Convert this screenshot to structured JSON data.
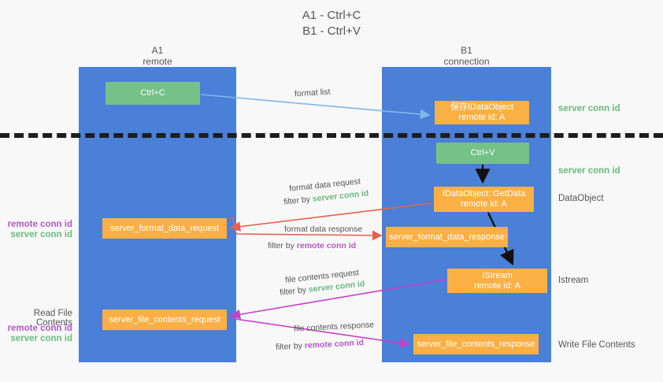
{
  "title": {
    "line1": "A1 - Ctrl+C",
    "line2": "B1 - Ctrl+V"
  },
  "colors": {
    "lane": "#4a80d8",
    "green_box": "#74c287",
    "orange_box": "#fbb046",
    "server_conn": "#6aba7e",
    "remote_conn": "#b558c8",
    "background": "#f8f8f8",
    "dashed_divider": "#1d1d1d",
    "arrow_format_list": "#7fb8e8",
    "arrow_format_data": "#e8604c",
    "arrow_file_contents": "#c640c8",
    "arrow_flow": "#000000"
  },
  "columns": [
    {
      "id": "a1",
      "title": "A1",
      "subtitle": "remote"
    },
    {
      "id": "b1",
      "title": "B1",
      "subtitle": "connection"
    }
  ],
  "boxes": {
    "ctrl_c": {
      "label": "Ctrl+C",
      "kind": "green"
    },
    "data_object_save": {
      "line1": "保存IDataObject",
      "line2": "remote id: A",
      "kind": "orange"
    },
    "ctrl_v": {
      "label": "Ctrl+V",
      "kind": "green"
    },
    "get_data": {
      "line1": "IDataObject::GetData",
      "line2": "remote id: A",
      "kind": "orange"
    },
    "server_format_data_request": {
      "label": "server_format_data_request",
      "kind": "orange"
    },
    "server_format_data_response": {
      "label": "server_format_data_response",
      "kind": "orange"
    },
    "istream": {
      "line1": "IStream",
      "line2": "remote id: A",
      "kind": "orange"
    },
    "server_file_contents_request": {
      "label": "server_file_contents_request",
      "kind": "orange"
    },
    "server_file_contents_response": {
      "label": "server_file_contents_response",
      "kind": "orange"
    }
  },
  "right_labels": {
    "server_conn_top": "server conn id",
    "server_conn_mid": "server conn id",
    "data_object": "DataObject",
    "istream": "Istream",
    "write_file_contents": "Write File Contents"
  },
  "left_labels": {
    "remote_conn_1": "remote conn id",
    "server_conn_1": "server conn id",
    "read_file_contents": "Read File Contents",
    "remote_conn_2": "remote conn id",
    "server_conn_2": "server conn id"
  },
  "annotations": {
    "format_list": "format list",
    "format_data_request": "format data request",
    "format_data_request_filter_prefix": "filter by ",
    "format_data_request_filter_value": "server conn id",
    "format_data_response": "format data response",
    "format_data_response_filter_prefix": "filter by ",
    "format_data_response_filter_value": "remote conn id",
    "file_contents_request": "file contents request",
    "file_contents_request_filter_prefix": "filter by ",
    "file_contents_request_filter_value": "server conn id",
    "file_contents_response": "file contents response",
    "file_contents_response_filter_prefix": "filter by ",
    "file_contents_response_filter_value": "remote conn id"
  }
}
